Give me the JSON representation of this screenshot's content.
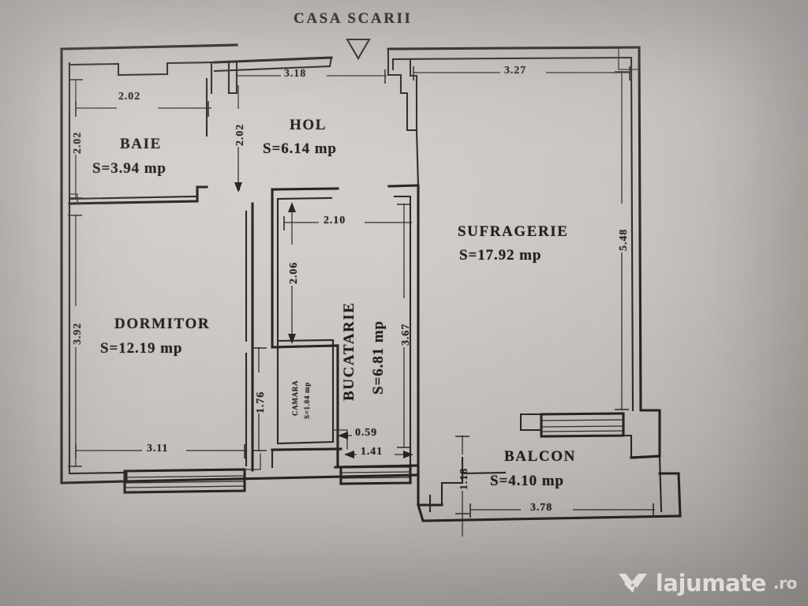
{
  "document": {
    "type": "floor-plan",
    "title": "CASA SCARII",
    "language": "ro"
  },
  "rooms": [
    {
      "id": "baie",
      "name": "BAIE",
      "area_label": "S=3.94 mp",
      "area": 3.94
    },
    {
      "id": "hol",
      "name": "HOL",
      "area_label": "S=6.14 mp",
      "area": 6.14
    },
    {
      "id": "sufragerie",
      "name": "SUFRAGERIE",
      "area_label": "S=17.92 mp",
      "area": 17.92
    },
    {
      "id": "dormitor",
      "name": "DORMITOR",
      "area_label": "S=12.19 mp",
      "area": 12.19
    },
    {
      "id": "bucatarie",
      "name": "BUCATARIE",
      "area_label": "S=6.81 mp",
      "area": 6.81
    },
    {
      "id": "camara",
      "name": "CAMARA",
      "area_label": "S=1.04 mp",
      "area": 1.04
    },
    {
      "id": "balcon",
      "name": "BALCON",
      "area_label": "S=4.10 mp",
      "area": 4.1
    }
  ],
  "dimensions": {
    "baie_width": "2.02",
    "baie_height": "2.02",
    "hol_width": "3.18",
    "hol_height": "2.02",
    "sufragerie_width": "3.27",
    "sufragerie_height": "5.48",
    "dormitor_width": "3.11",
    "dormitor_height": "3.92",
    "dormitor_right": "1.76",
    "bucatarie_top": "2.10",
    "bucatarie_left": "2.06",
    "bucatarie_height": "3.67",
    "camara_offset": "0.59",
    "camara_width": "1.41",
    "balcon_depth": "1.18",
    "balcon_width": "3.78"
  },
  "watermark": {
    "brand": "lajumate",
    "tld": ".ro",
    "logo": "handshake-icon"
  }
}
